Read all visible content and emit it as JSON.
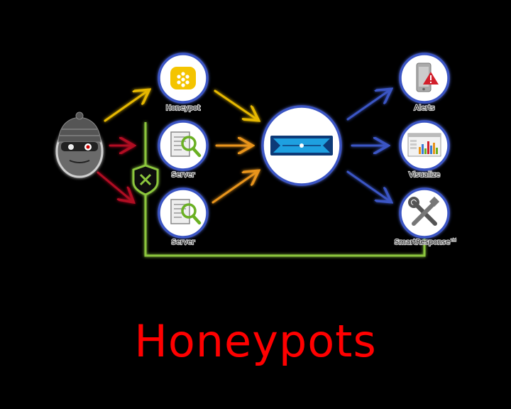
{
  "title": "Honeypots",
  "nodes": {
    "honeypot": {
      "label": "Honeypot",
      "icon": "honeypot-icon"
    },
    "server_top": {
      "label": "Server",
      "icon": "server-search-icon"
    },
    "server_bottom": {
      "label": "Server",
      "icon": "server-search-icon"
    },
    "appliance": {
      "icon": "network-appliance-icon"
    },
    "alerts": {
      "label": "Alerts",
      "icon": "mobile-alert-icon"
    },
    "visualize": {
      "label": "Visualize",
      "icon": "dashboard-chart-icon"
    },
    "smart_response": {
      "label": "SmartResponse™",
      "icon": "tools-icon"
    },
    "attacker": {
      "icon": "hacker-icon"
    },
    "shield": {
      "icon": "shield-block-icon"
    }
  },
  "colors": {
    "title": "#ff0000",
    "yellow_arrow": "#e6b800",
    "red_arrow": "#b01020",
    "orange_arrow": "#e8941a",
    "blue_arrow": "#3a55c4",
    "green_line": "#8cc63e",
    "node_ring": "#3a55c4"
  }
}
